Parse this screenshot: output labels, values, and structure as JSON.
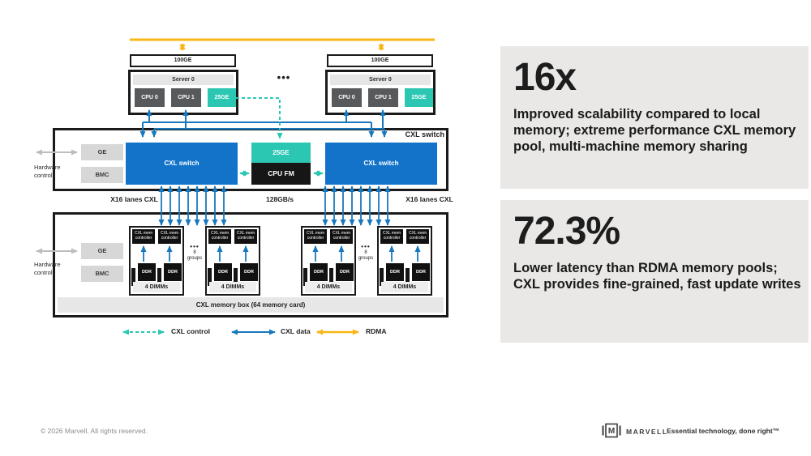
{
  "diagram": {
    "servers": [
      {
        "nic": "100GE",
        "title": "Server 0",
        "cpu0": "CPU 0",
        "cpu1": "CPU 1",
        "ge": "25GE"
      },
      {
        "nic": "100GE",
        "title": "Server 0",
        "cpu0": "CPU 0",
        "cpu1": "CPU 1",
        "ge": "25GE"
      }
    ],
    "server_ellipsis": "•••",
    "switch_box_label": "CXL switch",
    "hardware_control": "Hardware control",
    "ge": "GE",
    "bmc": "BMC",
    "cxl_switch": "CXL switch",
    "ge25": "25GE",
    "cpu_fm": "CPU FM",
    "lanes_left": "X16 lanes CXL",
    "bandwidth": "128GB/s",
    "lanes_right": "X16 lanes CXL",
    "memory_box_label": "CXL memory box (64 memory card)",
    "mem_controller": "CXL mem controller",
    "ddr": "DDR",
    "dimms": "4 DIMMs",
    "group_dots": "•••",
    "group_count": "8",
    "group_word": "groups",
    "legend": [
      {
        "label": "CXL control"
      },
      {
        "label": "CXL data"
      },
      {
        "label": "RDMA"
      }
    ]
  },
  "stats": [
    {
      "value": "16x",
      "lines": [
        "Improved scalability compared to local",
        "memory; extreme performance CXL memory",
        "pool, multi-machine memory sharing"
      ]
    },
    {
      "value": "72.3%",
      "lines": [
        "Lower latency than RDMA memory pools;",
        "CXL provides fine-grained, fast update writes"
      ]
    }
  ],
  "footer": {
    "copyright": "© 2026 Marvell. All rights reserved.",
    "brand": "MARVELL",
    "tagline": "Essential technology, done right™",
    "logo_letter": "M"
  },
  "colors": {
    "cxl_control_teal": "#2bc7b3",
    "cxl_data_blue": "#1778be",
    "rdma_yellow": "#f9b616",
    "switch_blue": "#1273c9",
    "stat_card_gray": "#e9e8e6"
  }
}
